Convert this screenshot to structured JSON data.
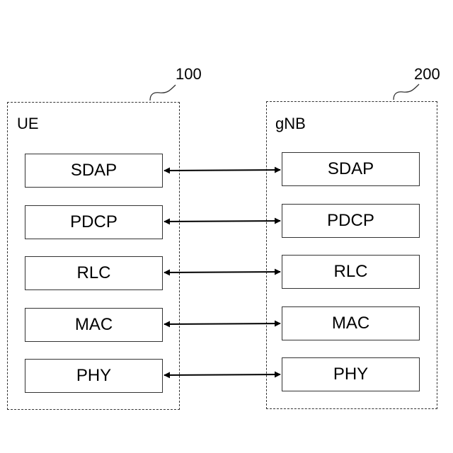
{
  "ue": {
    "ref": "100",
    "label": "UE",
    "layers": [
      "SDAP",
      "PDCP",
      "RLC",
      "MAC",
      "PHY"
    ]
  },
  "gnb": {
    "ref": "200",
    "label": "gNB",
    "layers": [
      "SDAP",
      "PDCP",
      "RLC",
      "MAC",
      "PHY"
    ]
  },
  "colors": {
    "line": "#333333",
    "arrow": "#000000"
  }
}
